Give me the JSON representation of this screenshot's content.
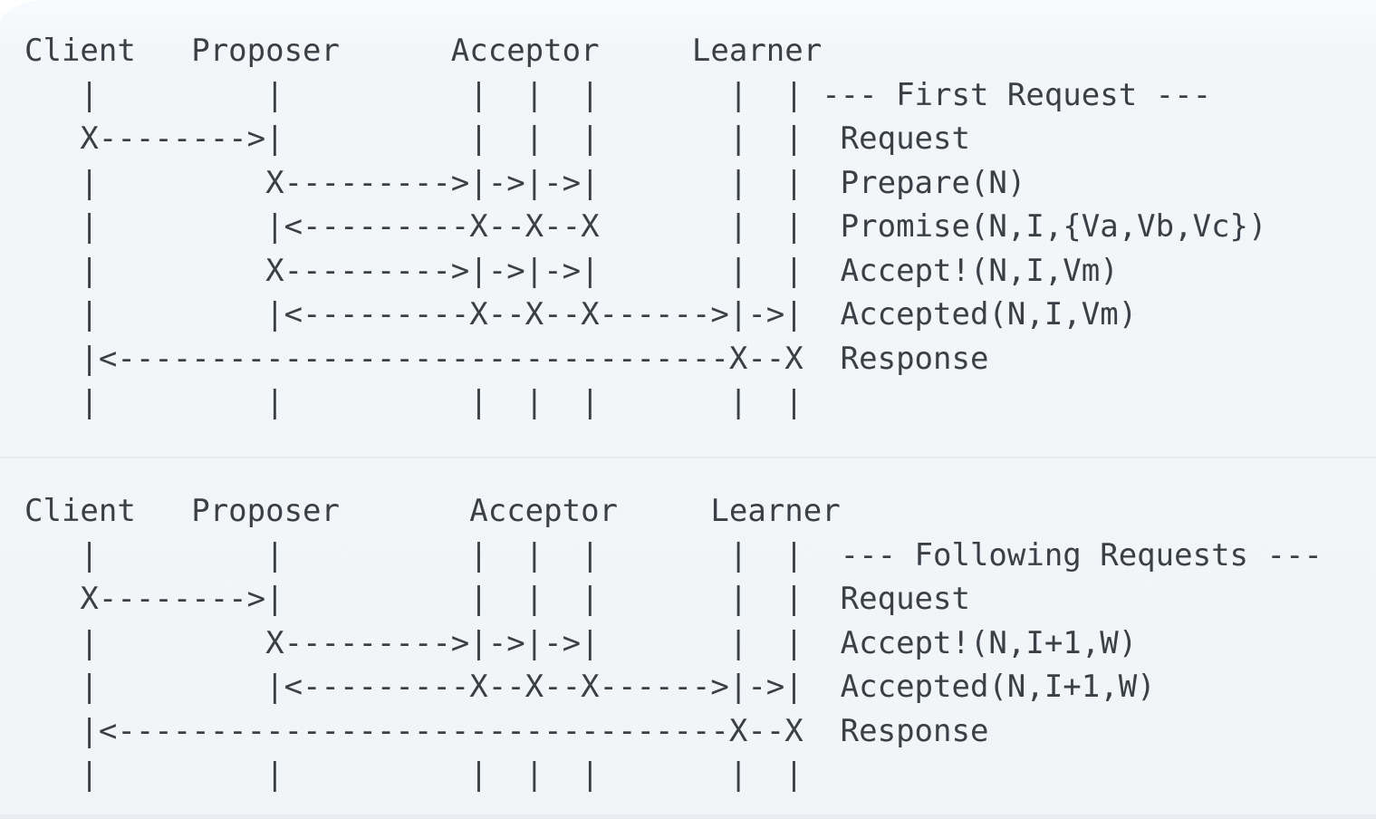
{
  "panel": {
    "background_top": "#f8fbfd",
    "background_bottom": "#f2f5f8",
    "text_color": "#3a4046",
    "divider_color": "#e7eaed",
    "bottom_strip_color": "#e9edf3"
  },
  "diagram_first_request": {
    "section_title": "--- First Request ---",
    "participants": [
      "Client",
      "Proposer",
      "Acceptor",
      "Learner"
    ],
    "message_labels": [
      "Request",
      "Prepare(N)",
      "Promise(N,I,{Va,Vb,Vc})",
      "Accept!(N,I,Vm)",
      "Accepted(N,I,Vm)",
      "Response"
    ],
    "ascii": "Client   Proposer      Acceptor     Learner\n   |         |          |  |  |       |  | --- First Request ---\n   X-------->|          |  |  |       |  |  Request\n   |         X--------->|->|->|       |  |  Prepare(N)\n   |         |<---------X--X--X       |  |  Promise(N,I,{Va,Vb,Vc})\n   |         X--------->|->|->|       |  |  Accept!(N,I,Vm)\n   |         |<---------X--X--X------>|->|  Accepted(N,I,Vm)\n   |<---------------------------------X--X  Response\n   |         |          |  |  |       |  |"
  },
  "diagram_following_requests": {
    "section_title": "--- Following Requests ---",
    "participants": [
      "Client",
      "Proposer",
      "Acceptor",
      "Learner"
    ],
    "message_labels": [
      "Request",
      "Accept!(N,I+1,W)",
      "Accepted(N,I+1,W)",
      "Response"
    ],
    "ascii": "Client   Proposer       Acceptor     Learner\n   |         |          |  |  |       |  |  --- Following Requests ---\n   X-------->|          |  |  |       |  |  Request\n   |         X--------->|->|->|       |  |  Accept!(N,I+1,W)\n   |         |<---------X--X--X------>|->|  Accepted(N,I+1,W)\n   |<---------------------------------X--X  Response\n   |         |          |  |  |       |  |"
  }
}
